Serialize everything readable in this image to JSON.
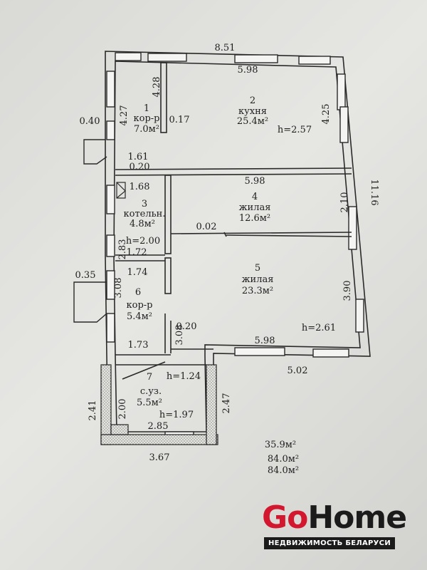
{
  "rooms": [
    {
      "number": "1",
      "name": "кор-р",
      "area": "7.0м²"
    },
    {
      "number": "2",
      "name": "кухня",
      "area": "25.4м²"
    },
    {
      "number": "3",
      "name": "котельн.",
      "area": "4.8м²"
    },
    {
      "number": "4",
      "name": "жилая",
      "area": "12.6м²"
    },
    {
      "number": "5",
      "name": "жилая",
      "area": "23.3м²"
    },
    {
      "number": "6",
      "name": "кор-р",
      "area": "5.4м²"
    },
    {
      "number": "7",
      "name": "с.уз.",
      "area": "5.5м²"
    }
  ],
  "heights": {
    "kitchen": "h=2.57",
    "boiler": "h=2.00",
    "living5": "h=2.61",
    "bath": "h=1.97",
    "bath_small": "h=1.24"
  },
  "dimensions": {
    "top_overall": "8.51",
    "top_inner": "5.98",
    "right_overall": "11.16",
    "kitchen_right": "4.25",
    "room4_top": "5.98",
    "room4_right": "2.10",
    "room4_gap": "0.02",
    "room5_right": "3.90",
    "room5_bottom": "5.98",
    "outer_bottom_right": "5.02",
    "corridor1_left": "4.27",
    "corridor1_inner": "4.28",
    "corridor1_partition": "0.17",
    "corridor1_width": "1.61",
    "corridor1_partition2": "0.20",
    "porch_top": "0.40",
    "boiler_width": "1.68",
    "boiler_left": "2.83",
    "boiler_bottom": "1.72",
    "porch2": "0.35",
    "corridor6_width": "1.74",
    "corridor6_left": "3.08",
    "corridor6_right": "3.08",
    "corridor6_bottom": "1.73",
    "room5_partition": "0.20",
    "bath_left_outer": "2.41",
    "bath_left_inner": "2.00",
    "bath_right": "2.47",
    "bath_inner_width": "2.85",
    "bath_outer_width": "3.67"
  },
  "totals": [
    "35.9м²",
    "84.0м²",
    "84.0м²"
  ],
  "logo": {
    "brand_part1": "Go",
    "brand_part2": "Home",
    "tagline": "НЕДВИЖИМОСТЬ БЕЛАРУСИ",
    "colors": {
      "accent": "#d3172e",
      "dark": "#1b1b1b"
    }
  }
}
